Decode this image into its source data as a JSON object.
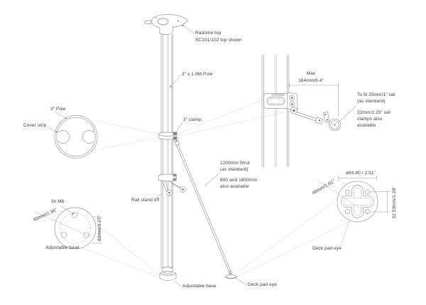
{
  "colors": {
    "line": "#9a9a9a",
    "dark": "#6e6e6e",
    "text": "#3d3d3d",
    "leader": "#a8a8a8",
    "dotted": "#bdbdbd"
  },
  "labels": {
    "radome": {
      "line1": "Radome top",
      "line2": "SC101/102 top shown"
    },
    "pole": "3\" x 1.9M Pole",
    "pole3": "3\" Pole",
    "cover_strip": "Cover strip",
    "clamp": "3\" clamp",
    "strut": {
      "line1": "1200mm Strut",
      "line2": "(as standard)"
    },
    "strut_alt": {
      "line1": "600 and 1800mm",
      "line2": "also available"
    },
    "rail_standoff": "Rail stand off",
    "adjustable_base": "Adjustable base",
    "deck_pad_eye": "Deck pad eye",
    "max_dim": {
      "line1": "Max",
      "line2": "164mm/6.4\""
    },
    "rail_fit": {
      "line1": "To fit 25mm/1\" rail",
      "line2": "(as standard)"
    },
    "rail_clamps": {
      "line1": "32mm/1.25\" rail",
      "line2": "clamps also",
      "line3": "available"
    },
    "base_detail": {
      "bolts": "3x M8",
      "dim_bolt_circle": "60mm/2.36\"",
      "dim_height": "83mm/3.27\"",
      "caption": "Adjustable base"
    },
    "eye_detail": {
      "dim_dia": "ø63.80 / 2.51\"",
      "dim_diag": "46mm/1.81\"",
      "dim_vert": "32.53mm/1.28\"",
      "caption": "Deck pad eye"
    }
  }
}
